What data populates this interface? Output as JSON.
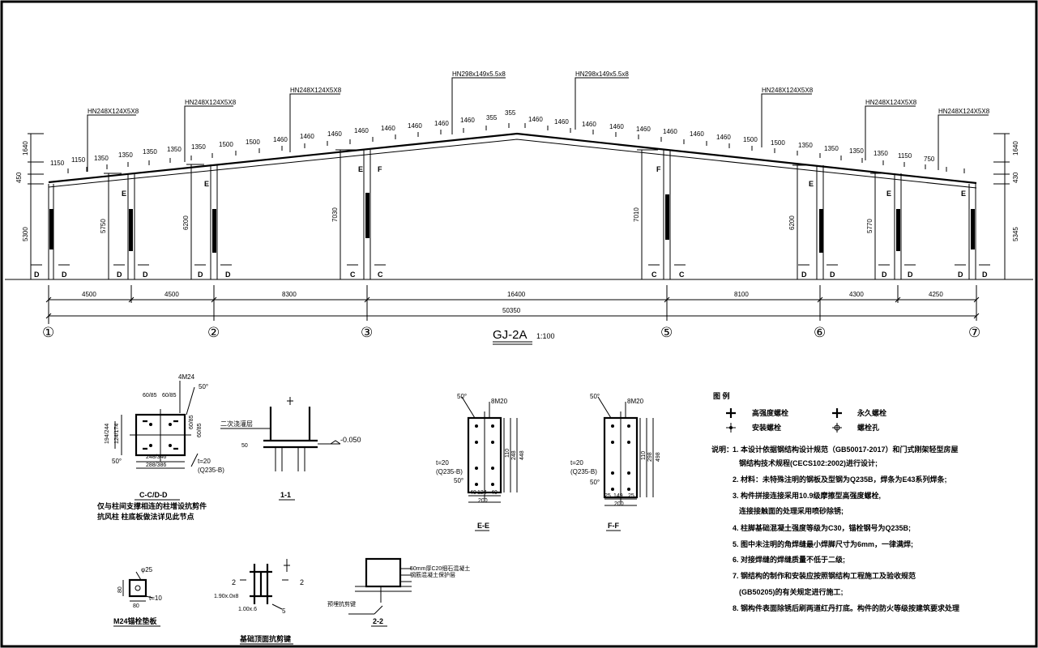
{
  "frame": {
    "title": "GJ-2A",
    "scale": "1:100",
    "axes": [
      "①",
      "②",
      "③",
      "⑤",
      "⑥",
      "⑦"
    ],
    "spans": [
      "4500",
      "4500",
      "8300",
      "16400",
      "8100",
      "4300",
      "4250"
    ],
    "total_span": "50350",
    "beam_labels_left": [
      "HN248X124X5X8",
      "HN248X124X5X8",
      "HN248X124X5X8",
      "HN298x149x5.5x8"
    ],
    "beam_labels_right": [
      "HN298x149x5.5x8",
      "HN248X124X5X8",
      "HN248X124X5X8",
      "HN248X124X5X8"
    ],
    "purlins_left": [
      "1150",
      "1150",
      "1350",
      "1350",
      "1350",
      "1350",
      "1350",
      "1500",
      "1500",
      "1460",
      "1460",
      "1460",
      "1460",
      "1460",
      "1460",
      "1460",
      "1460",
      "355",
      "355"
    ],
    "purlins_right": [
      "1460",
      "1460",
      "1460",
      "1460",
      "1460",
      "1460",
      "1460",
      "1460",
      "1500",
      "1500",
      "1350",
      "1350",
      "1350",
      "1350",
      "1150",
      "750"
    ],
    "col_heights": [
      "5300",
      "5750",
      "6200",
      "7030",
      "7010",
      "6200",
      "5770",
      "5345"
    ],
    "left_edge_dims": [
      "1640",
      "450"
    ],
    "right_edge_dims": [
      "1640",
      "430"
    ],
    "col_node_labels": [
      "E",
      "E",
      "E",
      "F",
      "F",
      "E",
      "E",
      "E"
    ],
    "base_labels": [
      "D",
      "D",
      "D",
      "D",
      "D",
      "D",
      "C",
      "C",
      "C",
      "C",
      "D",
      "D",
      "D",
      "D",
      "D",
      "D"
    ]
  },
  "details": {
    "ccdd": {
      "title": "C-C/D-D",
      "bolts": "4M24",
      "plate": "t=20",
      "material": "(Q235-B)",
      "angle": "50°",
      "dims": [
        "60/85",
        "60/85",
        "60/85",
        "60/85",
        "194/244",
        "124/174",
        "248/346",
        "288/386"
      ],
      "note1": "仅与柱间支撑相连的柱增设抗剪件",
      "note2": "抗风柱 柱底板做法详见此节点"
    },
    "section11": {
      "title": "1-1",
      "grout": "二次浇灌层",
      "level": "-0.050",
      "dim": "50"
    },
    "ee": {
      "title": "E-E",
      "bolts": "8M20",
      "plate": "t=20",
      "material": "(Q235-B)",
      "angle": "50°",
      "dims": [
        "110",
        "248",
        "448",
        "40",
        "124",
        "40",
        "200"
      ]
    },
    "ff": {
      "title": "F-F",
      "bolts": "8M20",
      "plate": "t=20",
      "material": "(Q235-B)",
      "angle": "50°",
      "dims": [
        "110",
        "298",
        "498",
        "25",
        "149",
        "25",
        "200"
      ]
    },
    "washer": {
      "title": "M24锚栓垫板",
      "hole": "φ25",
      "plate": "t=10",
      "dims": [
        "80",
        "80"
      ]
    },
    "shear_key": {
      "title": "基础顶面抗剪键",
      "cut": "2",
      "weld": "5",
      "section1": "1.90x.0x8",
      "section2": "1.00x.6"
    },
    "section22": {
      "title": "2-2",
      "note1": "50mm厚C20细石混凝土",
      "note2": "钢筋混凝土保护层",
      "weld_label": "预埋抗剪键"
    }
  },
  "legend": {
    "title": "图  例",
    "items": [
      "高强度螺栓",
      "安装螺栓",
      "永久螺栓",
      "螺栓孔"
    ]
  },
  "notes": {
    "header": "说明：",
    "lines": [
      "1. 本设计依据钢结构设计规范（GB50017-2017）和门式刚架轻型房屋",
      "钢结构技术规程(CECS102:2002)进行设计;",
      "2. 材料：未特殊注明的钢板及型钢为Q235B，焊条为E43系列焊条;",
      "3. 构件拼接连接采用10.9级摩擦型高强度螺栓,",
      "连接接触面的处理采用喷砂除锈;",
      "4. 柱脚基础混凝土强度等级为C30，锚栓钢号为Q235B;",
      "5. 图中未注明的角焊缝最小焊脚尺寸为6mm，一律满焊;",
      "6. 对接焊缝的焊缝质量不低于二级;",
      "7. 钢结构的制作和安装应按照钢结构工程施工及验收规范",
      "(GB50205)的有关规定进行施工;",
      "8. 钢构件表面除锈后刷两道红丹打底。构件的防火等级按建筑要求处理"
    ]
  }
}
